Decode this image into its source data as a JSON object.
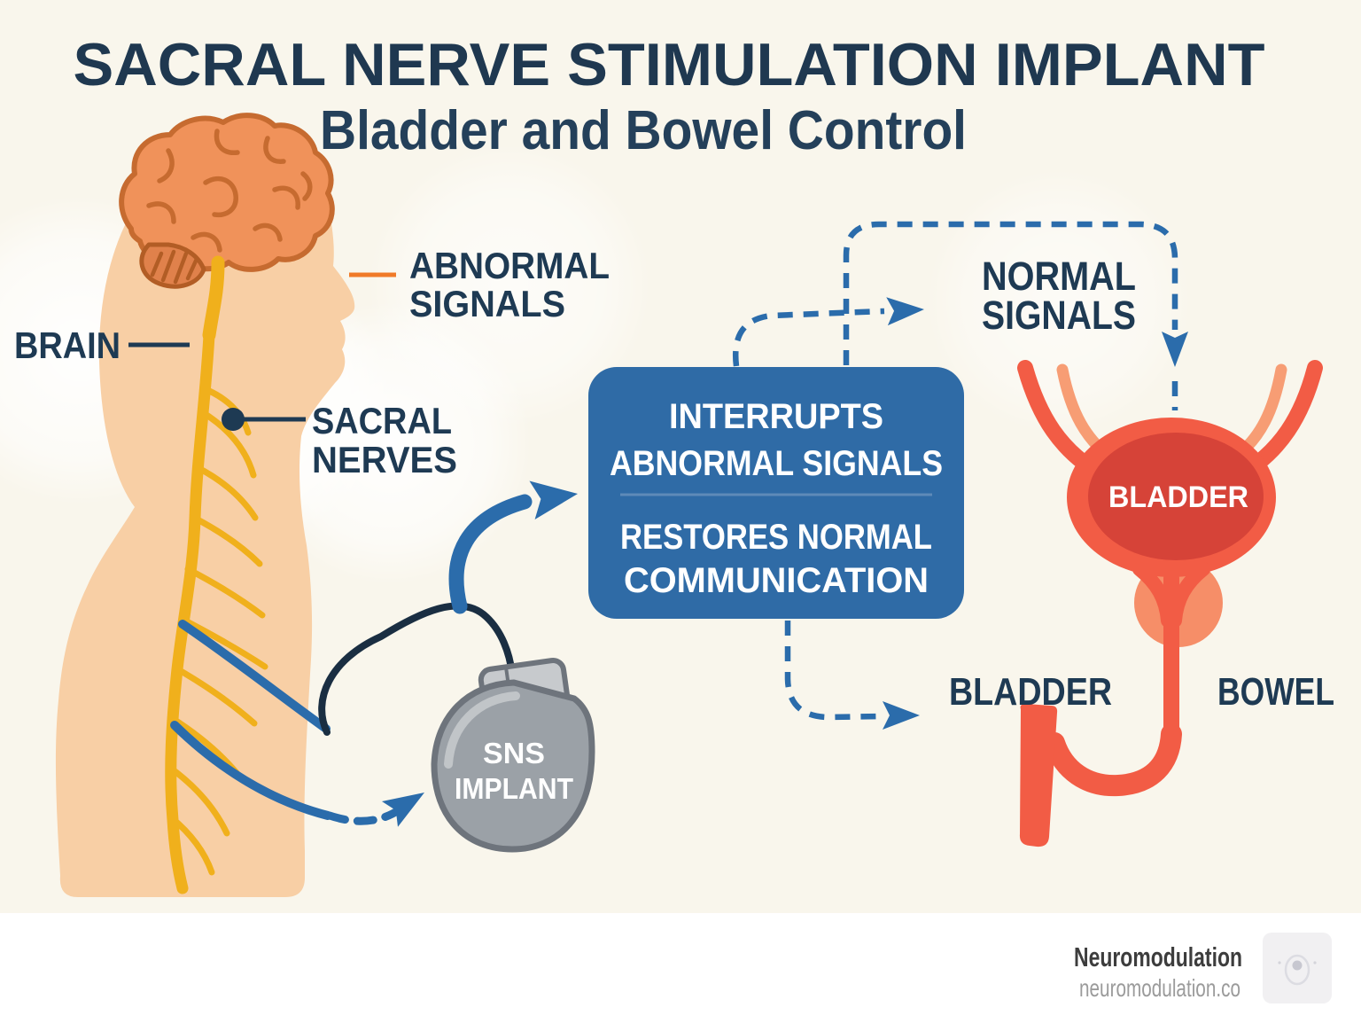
{
  "header": {
    "title": "SACRAL NERVE STIMULATION IMPLANT",
    "subtitle": "Bladder and Bowel Control"
  },
  "anatomy_labels": {
    "brain": "BRAIN",
    "abnormal_signals": [
      "ABNORMAL",
      "SIGNALS"
    ],
    "sacral_nerves": [
      "SACRAL",
      "NERVES"
    ],
    "normal_signals": [
      "NORMAL",
      "SIGNALS"
    ],
    "bladder": "BLADDER",
    "bowel": "BOWEL",
    "bladder_organ": "BLADDER"
  },
  "process_box": {
    "lines": [
      "INTERRUPTS",
      "ABNORMAL SIGNALS",
      "RESTORES NORMAL",
      "COMMUNICATION"
    ]
  },
  "implant": {
    "lines": [
      "SNS",
      "IMPLANT"
    ]
  },
  "footer": {
    "brand": "Neuromodulation",
    "website": "neuromodulation.co"
  },
  "colors": {
    "background": "#f9f6ec",
    "footer_background": "#ffffff",
    "navy": "#1e3a53",
    "blue": "#2b6cab",
    "box_blue": "#2f6ba6",
    "yellow": "#f0b01c",
    "skin": "#f8cfa5",
    "brain_orange": "#f0925a",
    "brain_outline": "#c66b30",
    "red": "#f25c45",
    "dark_red": "#d64338",
    "light_red": "#f79d74",
    "prostate_orange": "#f68e68",
    "implant_gray": "#9ba1a7",
    "implant_dark": "#6e747c",
    "implant_header": "#c7cacd",
    "wire_navy": "#1a2e42",
    "orange_pointer": "#f07a28"
  }
}
